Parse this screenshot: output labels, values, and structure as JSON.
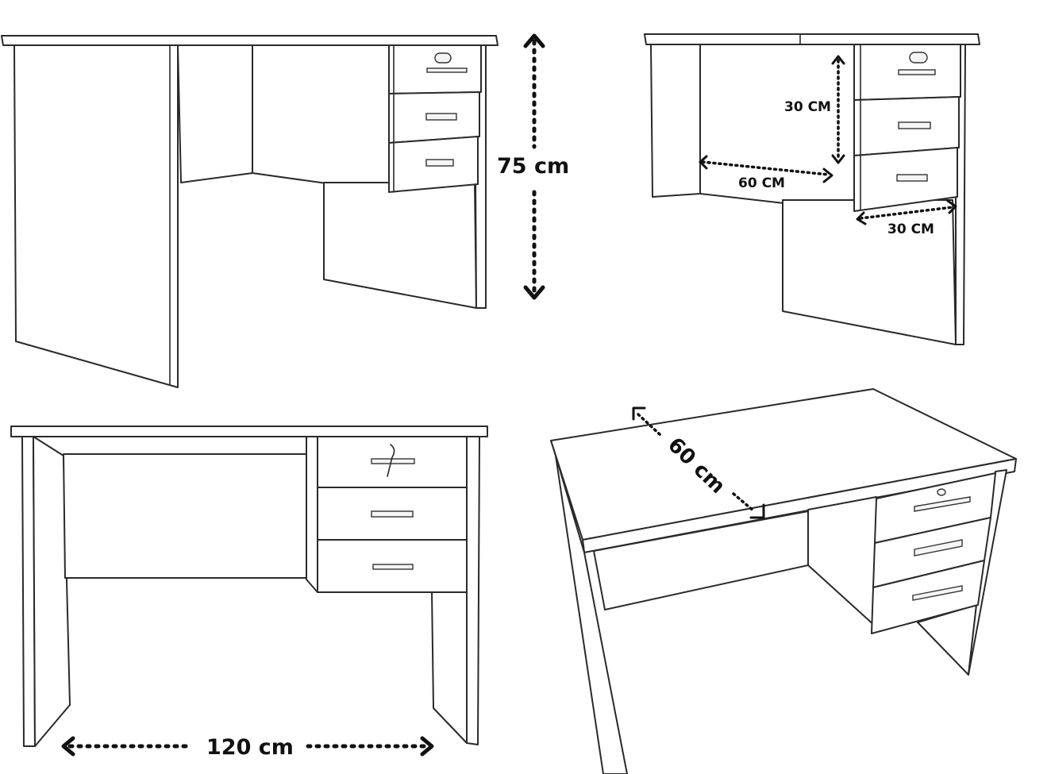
{
  "dimensions": {
    "height": "75 cm",
    "drawer_height": "30 CM",
    "inner_width": "60 CM",
    "drawer_width": "30 CM",
    "width": "120 cm",
    "depth": "60 cm"
  }
}
